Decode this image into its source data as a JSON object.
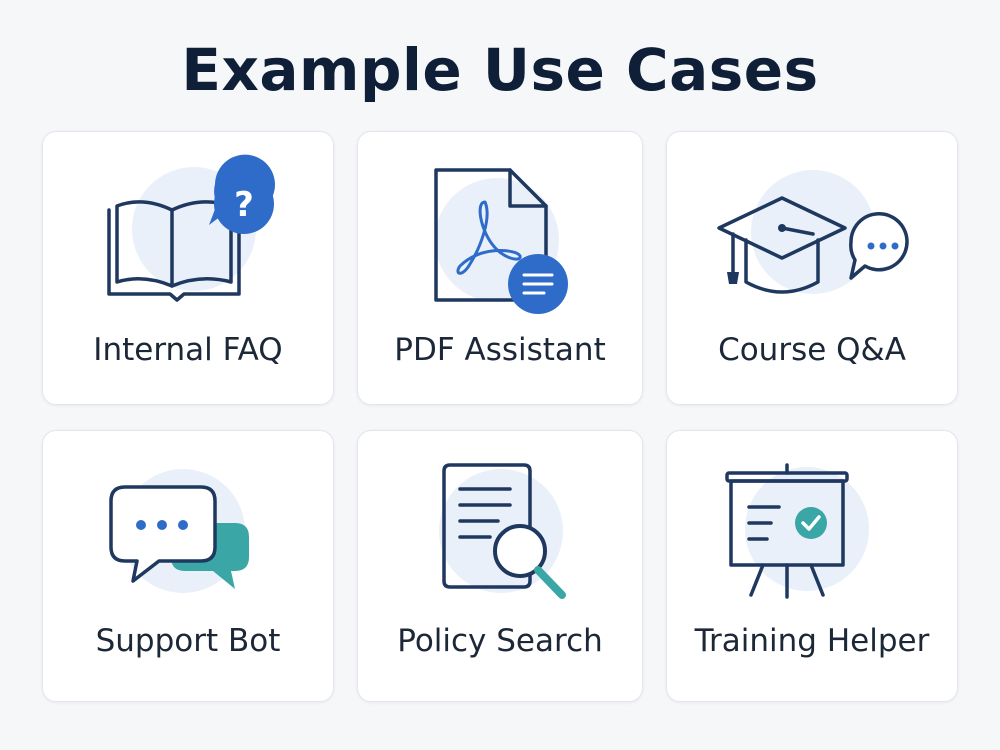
{
  "page": {
    "title": "Example Use Cases"
  },
  "colors": {
    "navy": "#1f3860",
    "accent_blue": "#2f6cc9",
    "teal": "#3aa6a6",
    "halo": "#e9f0fa"
  },
  "cards": [
    {
      "label": "Internal FAQ",
      "icon": "book-question-icon"
    },
    {
      "label": "PDF Assistant",
      "icon": "pdf-document-icon"
    },
    {
      "label": "Course Q&A",
      "icon": "graduation-cap-chat-icon"
    },
    {
      "label": "Support Bot",
      "icon": "chat-bubbles-icon"
    },
    {
      "label": "Policy Search",
      "icon": "document-search-icon"
    },
    {
      "label": "Training Helper",
      "icon": "presentation-board-icon"
    }
  ]
}
